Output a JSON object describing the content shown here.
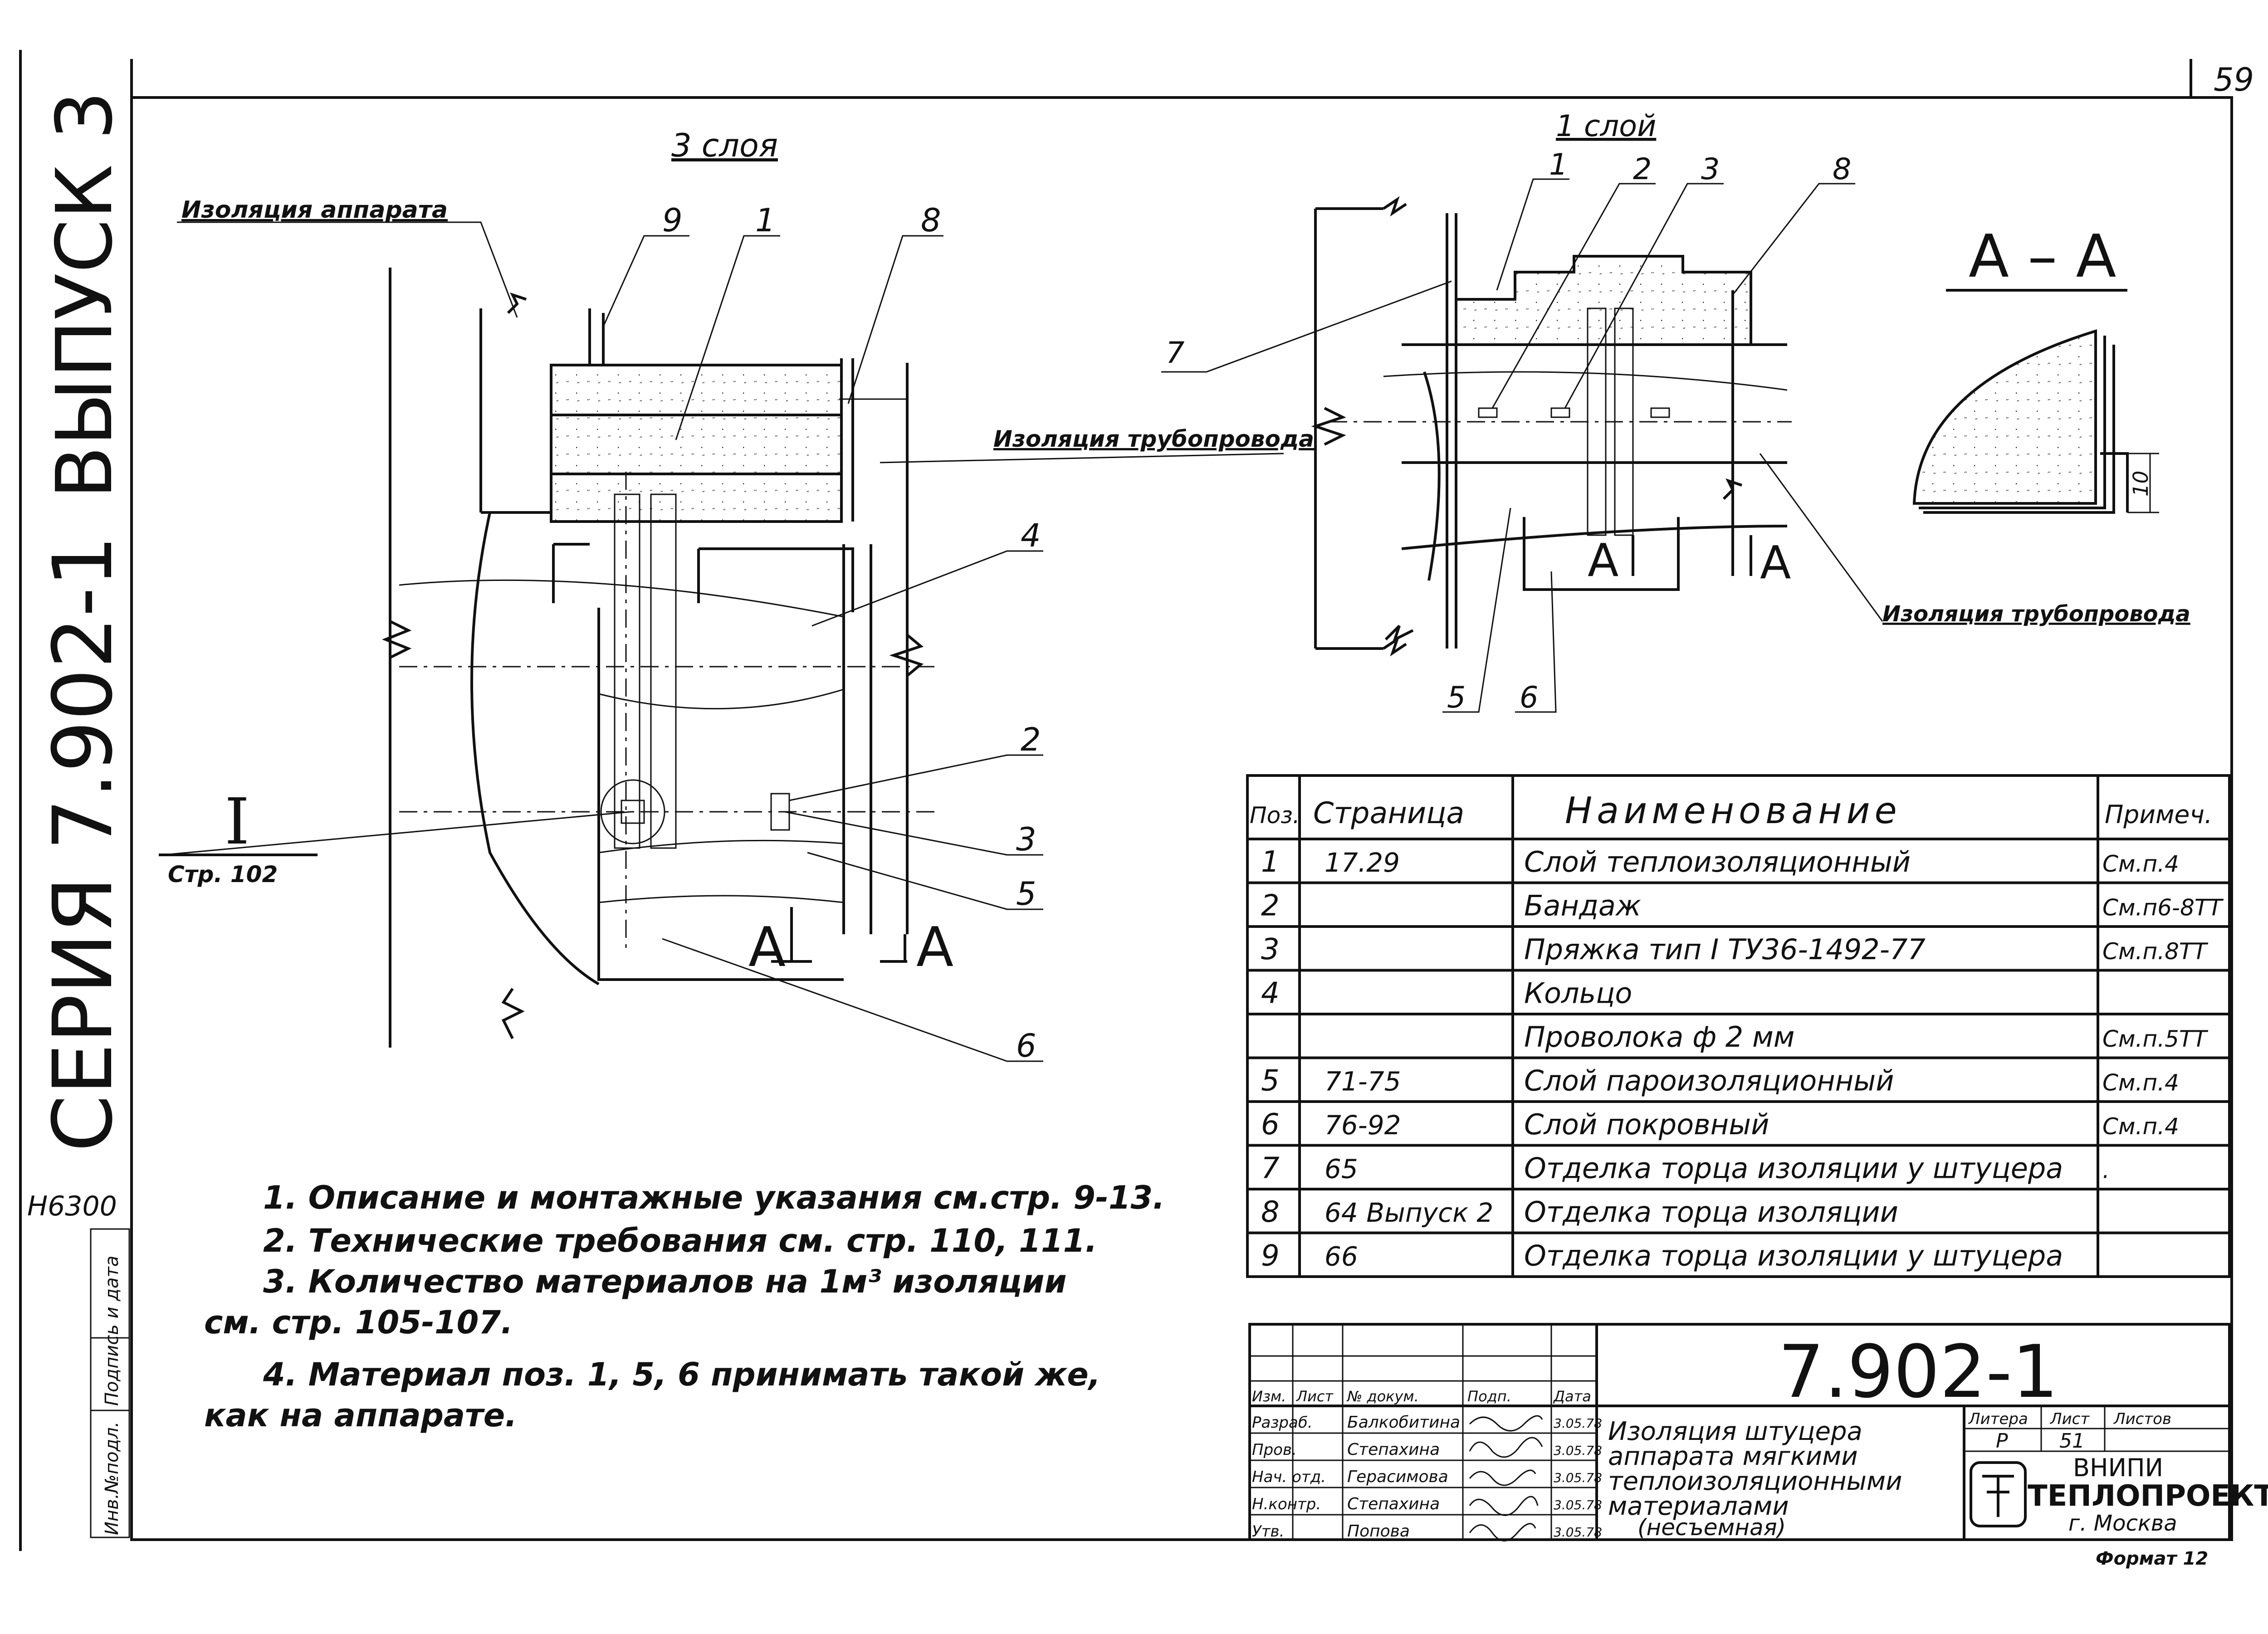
{
  "page_number": "59",
  "side": {
    "seriya": "СЕРИЯ 7.902-1",
    "vypusk": "ВЫПУСК 3",
    "code": "Н6300",
    "stamp_inv": "Инв.№подл.",
    "stamp_sign": "Подпись и дата"
  },
  "left_view": {
    "title": "3 слоя",
    "label_apparatus": "Изоляция аппарата",
    "label_pipeline": "Изоляция трубопровода",
    "callouts": [
      "9",
      "1",
      "8",
      "4",
      "2",
      "3",
      "5",
      "6"
    ],
    "section_I": "I",
    "section_I_ref": "Стр. 102",
    "section_A_left": "A",
    "section_A_right": "A"
  },
  "right_view": {
    "title": "1 слой",
    "callouts": [
      "1",
      "2",
      "3",
      "8",
      "7",
      "5",
      "6"
    ],
    "label_pipeline": "Изоляция трубопровода",
    "section_A_left": "A",
    "section_A_right": "A"
  },
  "section_aa": {
    "title": "А – А",
    "dim": "10"
  },
  "spec_table": {
    "headers": [
      "Поз.",
      "Страница",
      "Наименование",
      "Примеч."
    ],
    "rows": [
      {
        "pos": "1",
        "page": "17.29",
        "name": "Слой теплоизоляционный",
        "note": "См.п.4"
      },
      {
        "pos": "2",
        "page": "",
        "name": "Бандаж",
        "note": "См.п6-8ТТ"
      },
      {
        "pos": "3",
        "page": "",
        "name": "Пряжка тип I ТУ36-1492-77",
        "note": "См.п.8ТТ"
      },
      {
        "pos": "4",
        "page": "",
        "name": "Кольцо",
        "note": ""
      },
      {
        "pos": "",
        "page": "",
        "name": "Проволока ф 2 мм",
        "note": "См.п.5ТТ"
      },
      {
        "pos": "5",
        "page": "71-75",
        "name": "Слой пароизоляционный",
        "note": "См.п.4"
      },
      {
        "pos": "6",
        "page": "76-92",
        "name": "Слой покровный",
        "note": "См.п.4"
      },
      {
        "pos": "7",
        "page": "65",
        "name": "Отделка торца изоляции у штуцера",
        "note": "."
      },
      {
        "pos": "8",
        "page": "64 Выпуск 2",
        "name": "Отделка торца изоляции",
        "note": ""
      },
      {
        "pos": "9",
        "page": "66",
        "name": "Отделка торца изоляции у штуцера",
        "note": ""
      }
    ]
  },
  "notes": [
    "1. Описание и монтажные указания см.стр. 9-13.",
    "2. Технические требования см. стр. 110, 111.",
    "3. Количество материалов на 1м³ изоляции",
    "см. стр. 105-107.",
    "4. Материал поз. 1, 5, 6 принимать такой же,",
    "как на аппарате."
  ],
  "title_block": {
    "doc_number": "7.902-1",
    "head": [
      "Изм.",
      "Лист",
      "№ докум.",
      "Подп.",
      "Дата"
    ],
    "people": [
      {
        "role": "Разраб.",
        "name": "Балкобитина",
        "date": "3.05.78"
      },
      {
        "role": "Пров.",
        "name": "Степахина",
        "date": "3.05.78"
      },
      {
        "role": "Нач. отд.",
        "name": "Герасимова",
        "date": "3.05.78"
      },
      {
        "role": "Н.контр.",
        "name": "Степахина",
        "date": "3.05.78"
      },
      {
        "role": "Утв.",
        "name": "Попова",
        "date": "3.05.78"
      }
    ],
    "title_lines": [
      "Изоляция штуцера",
      "аппарата мягкими",
      "теплоизоляционными",
      "материалами",
      "(несъемная)"
    ],
    "litera_label": "Литера",
    "list_label": "Лист",
    "listov_label": "Листов",
    "litera": "Р",
    "list": "51",
    "org1": "ВНИПИ",
    "org2": "ТЕПЛОПРОЕКТ",
    "city": "г. Москва",
    "format": "Формат 12"
  }
}
